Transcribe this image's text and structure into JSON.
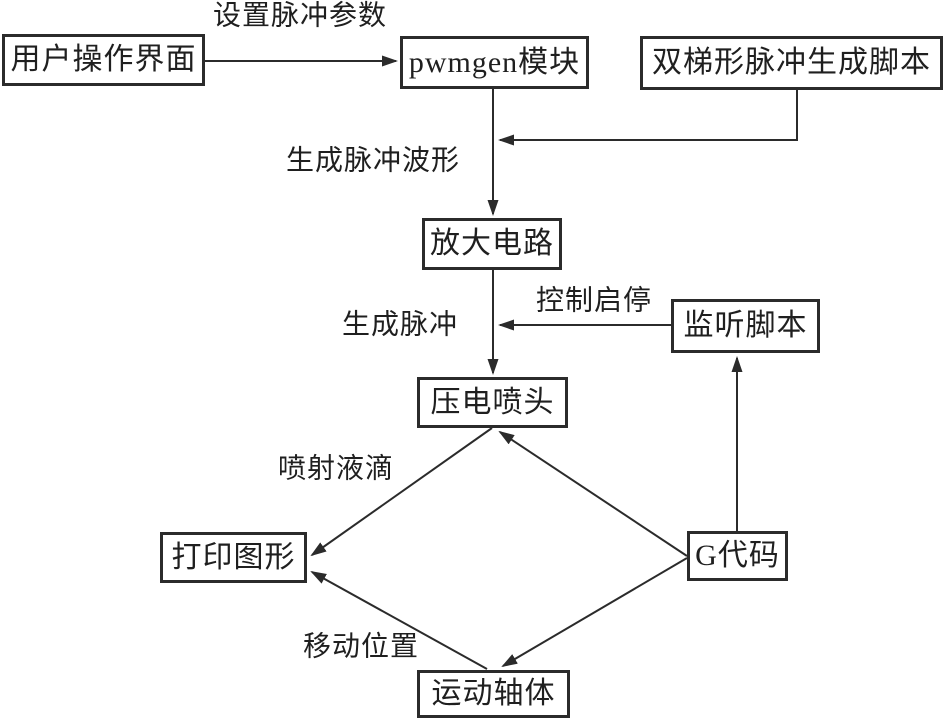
{
  "diagram": {
    "type": "flowchart",
    "colors": {
      "stroke": "#2b2b2b",
      "background": "#ffffff",
      "text": "#1f1f1f"
    },
    "nodes": {
      "user_interface": {
        "label": "用户操作界面"
      },
      "pwmgen_module": {
        "label": "pwmgen模块"
      },
      "trapezoid_script": {
        "label": "双梯形脉冲生成脚本"
      },
      "amplifier_circuit": {
        "label": "放大电路"
      },
      "listener_script": {
        "label": "监听脚本"
      },
      "piezo_nozzle": {
        "label": "压电喷头"
      },
      "print_graphic": {
        "label": "打印图形"
      },
      "gcode": {
        "label": "G代码"
      },
      "motion_axis": {
        "label": "运动轴体"
      }
    },
    "edge_labels": {
      "set_pulse_params": {
        "label": "设置脉冲参数"
      },
      "generate_pulse_waveform": {
        "label": "生成脉冲波形"
      },
      "control_start_stop": {
        "label": "控制启停"
      },
      "generate_pulse": {
        "label": "生成脉冲"
      },
      "eject_droplets": {
        "label": "喷射液滴"
      },
      "move_position": {
        "label": "移动位置"
      }
    },
    "edges": [
      {
        "from": "user_interface",
        "to": "pwmgen_module",
        "label": "设置脉冲参数"
      },
      {
        "from": "trapezoid_script",
        "to": "pwmgen_module",
        "label": ""
      },
      {
        "from": "pwmgen_module",
        "to": "amplifier_circuit",
        "label": "生成脉冲波形"
      },
      {
        "from": "amplifier_circuit",
        "to": "piezo_nozzle",
        "label": "生成脉冲"
      },
      {
        "from": "listener_script",
        "to": "piezo_nozzle",
        "label": "控制启停"
      },
      {
        "from": "gcode",
        "to": "listener_script",
        "label": ""
      },
      {
        "from": "gcode",
        "to": "piezo_nozzle",
        "label": ""
      },
      {
        "from": "piezo_nozzle",
        "to": "print_graphic",
        "label": "喷射液滴"
      },
      {
        "from": "gcode",
        "to": "motion_axis",
        "label": ""
      },
      {
        "from": "motion_axis",
        "to": "print_graphic",
        "label": "移动位置"
      }
    ]
  }
}
